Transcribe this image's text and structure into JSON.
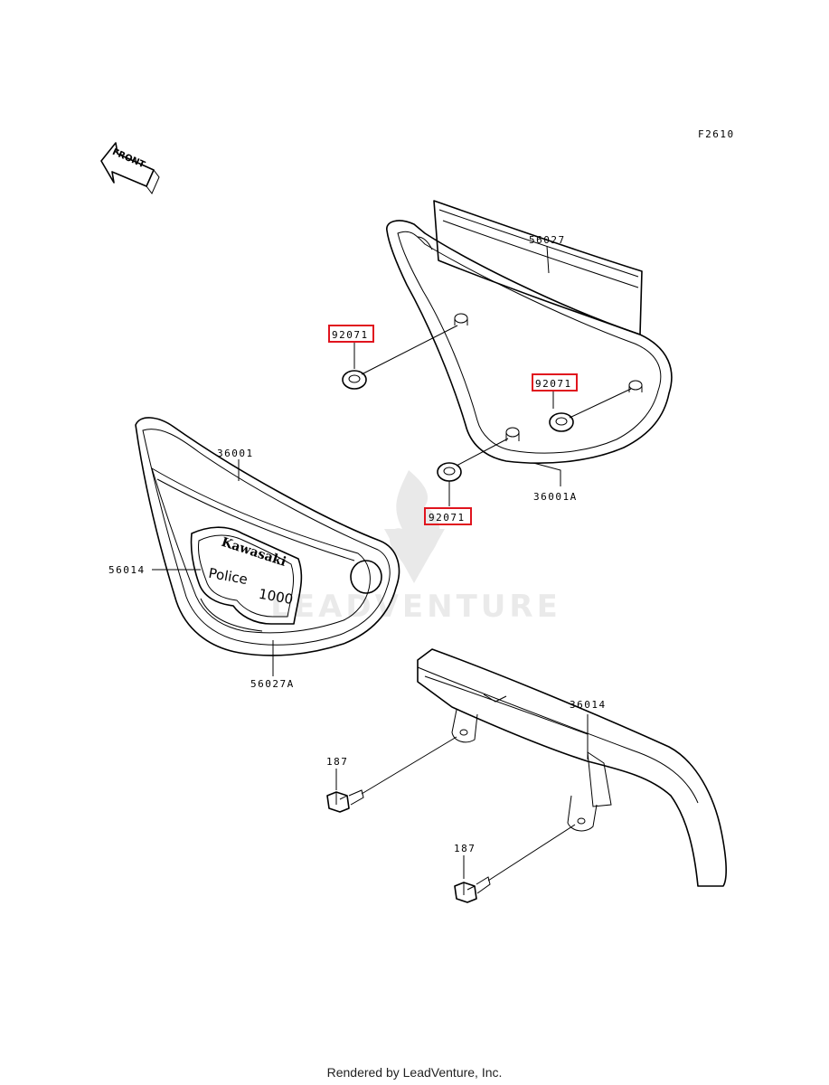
{
  "diagram_code": "F2610",
  "front_label": "FRONT",
  "parts": {
    "panel_56027": "56027",
    "grommet_a": "92071",
    "grommet_b": "92071",
    "grommet_c": "92071",
    "cover_36001a": "36001A",
    "cover_36001": "36001",
    "emblem_56014": "56014",
    "stripe_56027a": "56027A",
    "guard_36014": "36014",
    "bolt_a": "187",
    "bolt_b": "187"
  },
  "emblem": {
    "brand": "Kawasaki",
    "model": "Police",
    "number": "1000"
  },
  "watermark": "LEADVENTURE",
  "highlight_color": "#e0141e",
  "footer": "Rendered by LeadVenture, Inc."
}
